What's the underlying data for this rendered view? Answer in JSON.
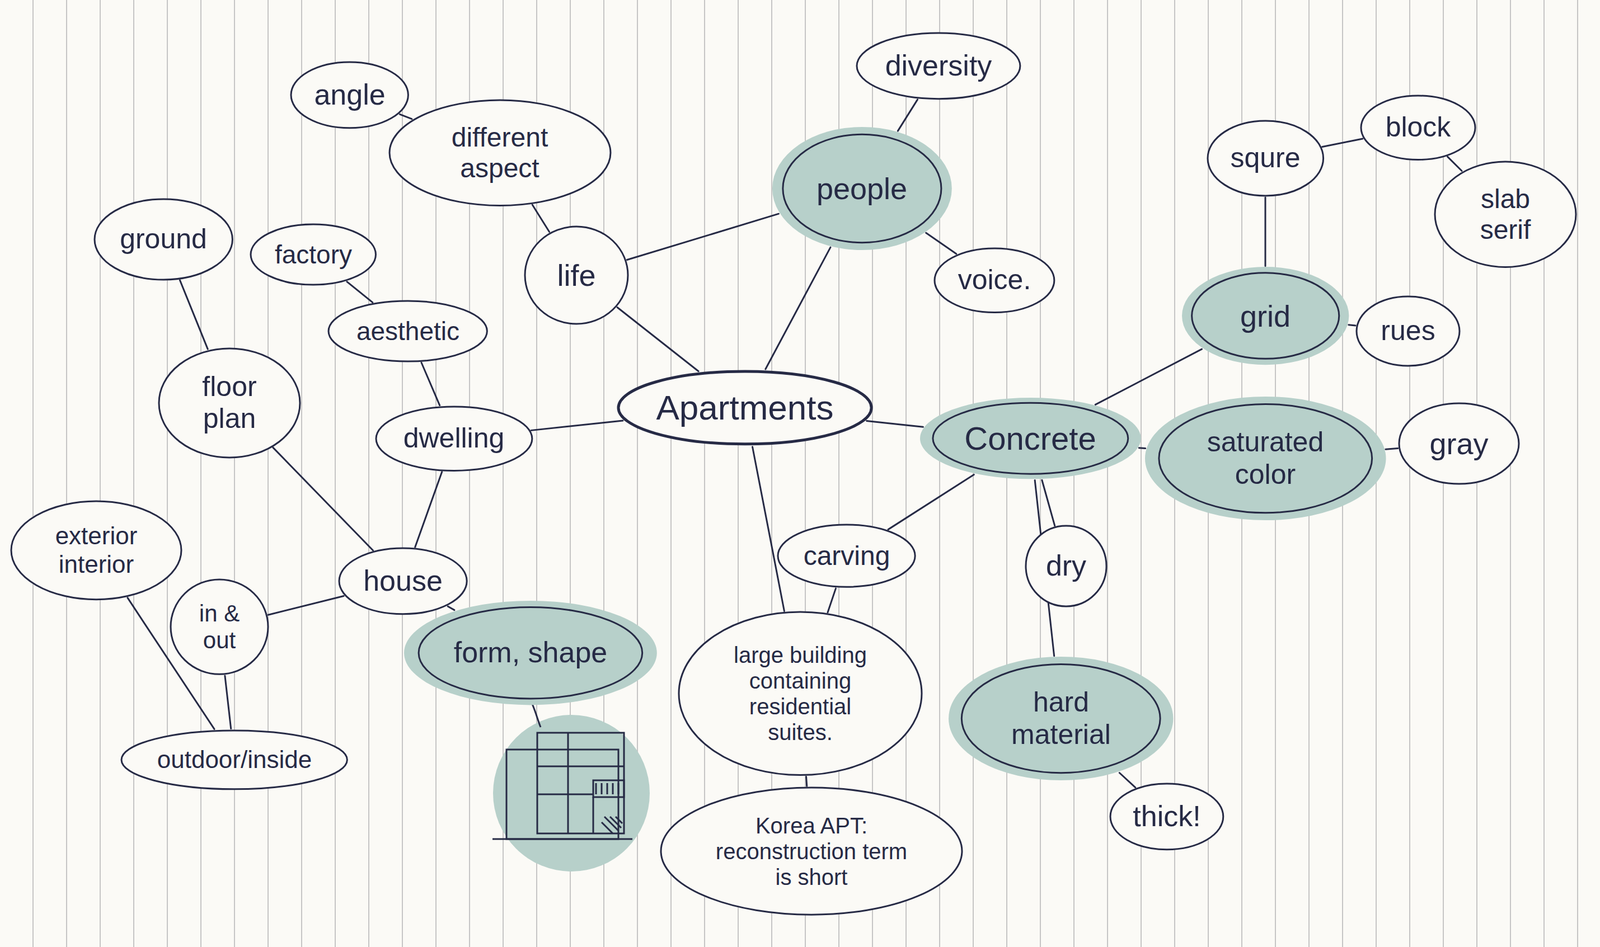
{
  "diagram": {
    "nodes": [
      {
        "text": [
          "diversity"
        ]
      },
      {
        "text": [
          "angle"
        ]
      },
      {
        "text": [
          "different aspect"
        ]
      },
      {
        "text": [
          "squre"
        ]
      },
      {
        "text": [
          "block"
        ]
      },
      {
        "text": [
          "people"
        ]
      },
      {
        "text": [
          "ground"
        ]
      },
      {
        "text": [
          "slab serif"
        ]
      },
      {
        "text": [
          "factory"
        ]
      },
      {
        "text": [
          "life"
        ]
      },
      {
        "text": [
          "voice."
        ]
      },
      {
        "text": [
          "grid"
        ]
      },
      {
        "text": [
          "aesthetic"
        ]
      },
      {
        "text": [
          "rues"
        ]
      },
      {
        "text": [
          "floor plan"
        ]
      },
      {
        "text": [
          "Apartments"
        ]
      },
      {
        "text": [
          "dwelling"
        ]
      },
      {
        "text": [
          "Concrete"
        ]
      },
      {
        "text": [
          "gray"
        ]
      },
      {
        "text": [
          "saturated color"
        ]
      },
      {
        "text": [
          "exterior interior"
        ]
      },
      {
        "text": [
          "carving"
        ]
      },
      {
        "text": [
          "dry"
        ]
      },
      {
        "text": [
          "house"
        ]
      },
      {
        "text": [
          "in & out"
        ]
      },
      {
        "text": [
          "form, shape"
        ]
      },
      {
        "text": [
          "large building containing residential suites."
        ]
      },
      {
        "text": [
          "hard material"
        ]
      },
      {
        "text": [
          "outdoor/inside"
        ]
      },
      {
        "text": [
          "thick!"
        ]
      },
      {
        "text": [
          "Korea APT: reconstruction term is short"
        ]
      }
    ],
    "edges": [
      {
        "from": 1,
        "to": 2,
        "arrow": "none"
      },
      {
        "from": 2,
        "to": 9,
        "arrow": "none"
      },
      {
        "from": 9,
        "to": 15,
        "arrow": "none"
      },
      {
        "from": 9,
        "to": 5,
        "arrow": "none"
      },
      {
        "from": 5,
        "to": 0,
        "arrow": "none"
      },
      {
        "from": 5,
        "to": 10,
        "arrow": "none"
      },
      {
        "from": 5,
        "to": 15,
        "arrow": "none"
      },
      {
        "from": 15,
        "to": 16,
        "arrow": "none"
      },
      {
        "from": 16,
        "to": 12,
        "arrow": "none"
      },
      {
        "from": 12,
        "to": 8,
        "arrow": "none"
      },
      {
        "from": 16,
        "to": 23,
        "arrow": "none"
      },
      {
        "from": 23,
        "to": 14,
        "arrow": "none"
      },
      {
        "from": 14,
        "to": 6,
        "arrow": "none"
      },
      {
        "from": 23,
        "to": 24,
        "arrow": "none"
      },
      {
        "from": 24,
        "to": 28,
        "arrow": "none"
      },
      {
        "from": 20,
        "to": 28,
        "arrow": "none"
      },
      {
        "from": 23,
        "to": 25,
        "arrow": "none"
      },
      {
        "from": 15,
        "to": 26,
        "arrow": "none"
      },
      {
        "from": 26,
        "to": 30,
        "arrow": "none"
      },
      {
        "from": 15,
        "to": 17,
        "arrow": "none"
      },
      {
        "from": 17,
        "to": 11,
        "arrow": "none"
      },
      {
        "from": 11,
        "to": 3,
        "arrow": "none"
      },
      {
        "from": 3,
        "to": 4,
        "arrow": "none"
      },
      {
        "from": 4,
        "to": 7,
        "arrow": "none"
      },
      {
        "from": 11,
        "to": 13,
        "arrow": "none"
      },
      {
        "from": 17,
        "to": 19,
        "arrow": "none"
      },
      {
        "from": 19,
        "to": 18,
        "arrow": "none"
      },
      {
        "from": 17,
        "to": 21,
        "arrow": "none"
      },
      {
        "from": 21,
        "to": 26,
        "arrow": "none"
      },
      {
        "from": 17,
        "to": 22,
        "arrow": "none"
      },
      {
        "from": 17,
        "to": 27,
        "arrow": "none"
      },
      {
        "from": 27,
        "to": 29,
        "arrow": "none"
      }
    ]
  }
}
